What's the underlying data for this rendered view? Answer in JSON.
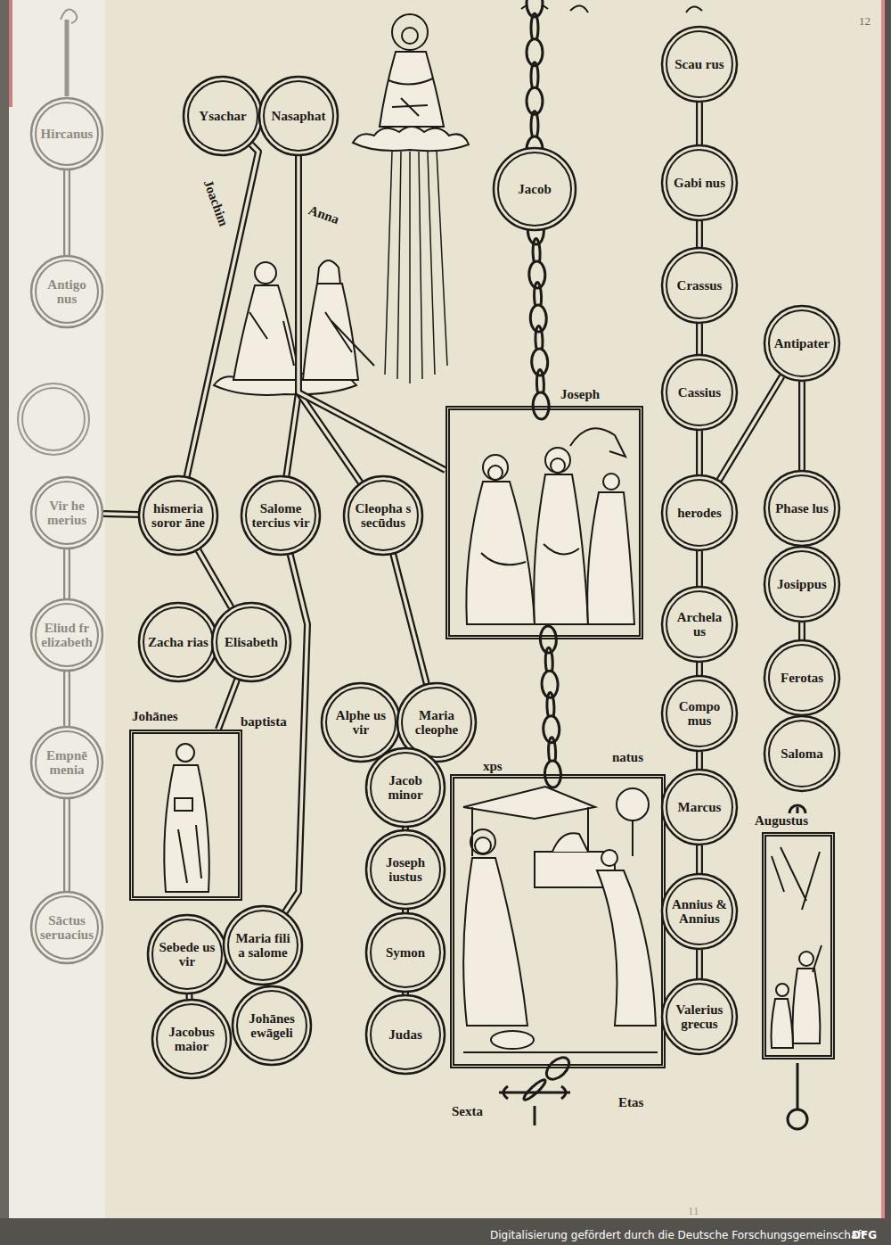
{
  "diagram": {
    "nodes": [
      {
        "text": [
          "Hircanus"
        ]
      },
      {
        "text": [
          "Ysachar"
        ]
      },
      {
        "text": [
          "Nasaphat"
        ]
      },
      {
        "text": [
          "Scau rus"
        ]
      },
      {
        "text": [
          "Jacob"
        ]
      },
      {
        "text": [
          "Gabi nus"
        ]
      },
      {
        "text": [
          "Antigo nus"
        ]
      },
      {
        "text": [
          "Crassus"
        ]
      },
      {
        "text": [
          "Antipater"
        ]
      },
      {
        "text": [
          "Cassius"
        ]
      },
      {
        "text": [
          "Joseph"
        ]
      },
      {
        "text": [
          "Vir he merius"
        ]
      },
      {
        "text": [
          "hismeria soror āne"
        ]
      },
      {
        "text": [
          "Salome tercius vir"
        ]
      },
      {
        "text": [
          "Cleopha s secūdus"
        ]
      },
      {
        "text": [
          "herodes"
        ]
      },
      {
        "text": [
          "Phase lus"
        ]
      },
      {
        "text": [
          "Josippus"
        ]
      },
      {
        "text": [
          "Archela us"
        ]
      },
      {
        "text": [
          "Eliud fr elizabeth"
        ]
      },
      {
        "text": [
          "Zacha rias"
        ]
      },
      {
        "text": [
          "Elisabeth"
        ]
      },
      {
        "text": [
          "Ferotas"
        ]
      },
      {
        "text": [
          "Compo mus"
        ]
      },
      {
        "text": [
          "Alphe us vir"
        ]
      },
      {
        "text": [
          "Maria cleophe"
        ]
      },
      {
        "text": [
          "Johānes",
          "baptista"
        ]
      },
      {
        "text": [
          "Saloma"
        ]
      },
      {
        "text": [
          "Empnē menia"
        ]
      },
      {
        "text": [
          "Jacob minor"
        ]
      },
      {
        "text": [
          "xps",
          "natus"
        ]
      },
      {
        "text": [
          "Marcus"
        ]
      },
      {
        "text": [
          "Augustus"
        ]
      },
      {
        "text": [
          "Joseph iustus"
        ]
      },
      {
        "text": [
          "Annius & Annius"
        ]
      },
      {
        "text": [
          "Sāctus seruacius"
        ]
      },
      {
        "text": [
          "Sebede us vir"
        ]
      },
      {
        "text": [
          "Maria fili a salome"
        ]
      },
      {
        "text": [
          "Symon"
        ]
      },
      {
        "text": [
          "Valerius grecus"
        ]
      },
      {
        "text": [
          "Jacobus maior"
        ]
      },
      {
        "text": [
          "Johānes ewāgeli"
        ]
      },
      {
        "text": [
          "Judas"
        ]
      }
    ],
    "edges": [
      {
        "from": 0,
        "to": 6,
        "arrow": "none"
      },
      {
        "from": 1,
        "to": 2,
        "arrow": "none"
      },
      {
        "from": 1,
        "to": 12,
        "arrow": "none"
      },
      {
        "from": 2,
        "to": 13,
        "arrow": "none"
      },
      {
        "from": 2,
        "to": 14,
        "arrow": "none"
      },
      {
        "from": 2,
        "to": 10,
        "arrow": "none"
      },
      {
        "from": 12,
        "to": 11,
        "arrow": "none"
      },
      {
        "from": 12,
        "to": 21,
        "arrow": "none"
      },
      {
        "from": 20,
        "to": 21,
        "arrow": "none"
      },
      {
        "from": 21,
        "to": 26,
        "arrow": "none"
      },
      {
        "from": 13,
        "to": 37,
        "arrow": "none"
      },
      {
        "from": 14,
        "to": 25,
        "arrow": "none"
      },
      {
        "from": 24,
        "to": 25,
        "arrow": "none"
      },
      {
        "from": 25,
        "to": 29,
        "arrow": "none"
      },
      {
        "from": 29,
        "to": 33,
        "arrow": "none"
      },
      {
        "from": 33,
        "to": 38,
        "arrow": "none"
      },
      {
        "from": 38,
        "to": 42,
        "arrow": "none"
      },
      {
        "from": 36,
        "to": 37,
        "arrow": "none"
      },
      {
        "from": 36,
        "to": 40,
        "arrow": "none"
      },
      {
        "from": 37,
        "to": 41,
        "arrow": "none"
      },
      {
        "from": 4,
        "to": 10,
        "arrow": "none"
      },
      {
        "from": 10,
        "to": 30,
        "arrow": "none"
      },
      {
        "from": 3,
        "to": 5,
        "arrow": "none"
      },
      {
        "from": 5,
        "to": 7,
        "arrow": "none"
      },
      {
        "from": 7,
        "to": 9,
        "arrow": "none"
      },
      {
        "from": 9,
        "to": 15,
        "arrow": "none"
      },
      {
        "from": 15,
        "to": 18,
        "arrow": "none"
      },
      {
        "from": 18,
        "to": 23,
        "arrow": "none"
      },
      {
        "from": 23,
        "to": 31,
        "arrow": "none"
      },
      {
        "from": 31,
        "to": 34,
        "arrow": "none"
      },
      {
        "from": 34,
        "to": 39,
        "arrow": "none"
      },
      {
        "from": 8,
        "to": 16,
        "arrow": "none"
      },
      {
        "from": 16,
        "to": 17,
        "arrow": "none"
      },
      {
        "from": 17,
        "to": 22,
        "arrow": "none"
      },
      {
        "from": 22,
        "to": 27,
        "arrow": "none"
      },
      {
        "from": 8,
        "to": 15,
        "arrow": "none"
      },
      {
        "from": 11,
        "to": 19,
        "arrow": "none"
      },
      {
        "from": 19,
        "to": 28,
        "arrow": "none"
      },
      {
        "from": 28,
        "to": 35,
        "arrow": "none"
      }
    ],
    "labels": [
      "Joachim",
      "Anna",
      "Sexta",
      "Etas",
      "12",
      "11",
      "Digitalisierung gefördert durch die Deutsche Forschungsgemeinschaft",
      "DFG"
    ]
  }
}
